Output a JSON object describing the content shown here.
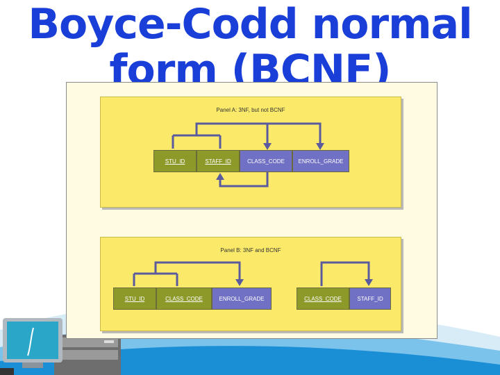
{
  "slide": {
    "title_line1": "Boyce-Codd normal",
    "title_line2": "form (BCNF)"
  },
  "panel_a": {
    "title": "Panel A: 3NF, but not BCNF",
    "attributes": [
      "STU_ID",
      "STAFF_ID",
      "CLASS_CODE",
      "ENROLL_GRADE"
    ]
  },
  "panel_b": {
    "title": "Panel B: 3NF and BCNF",
    "table1": [
      "STU_ID",
      "CLASS_CODE",
      "ENROLL_GRADE"
    ],
    "table2": [
      "CLASS_CODE",
      "STAFF_ID"
    ]
  },
  "colors": {
    "title": "#1a3fd8",
    "panel_bg": "#fbe96a",
    "key_attribute": "#8d9a2a",
    "nonkey_attribute": "#7070c4",
    "arrow": "#5a5a9e"
  }
}
